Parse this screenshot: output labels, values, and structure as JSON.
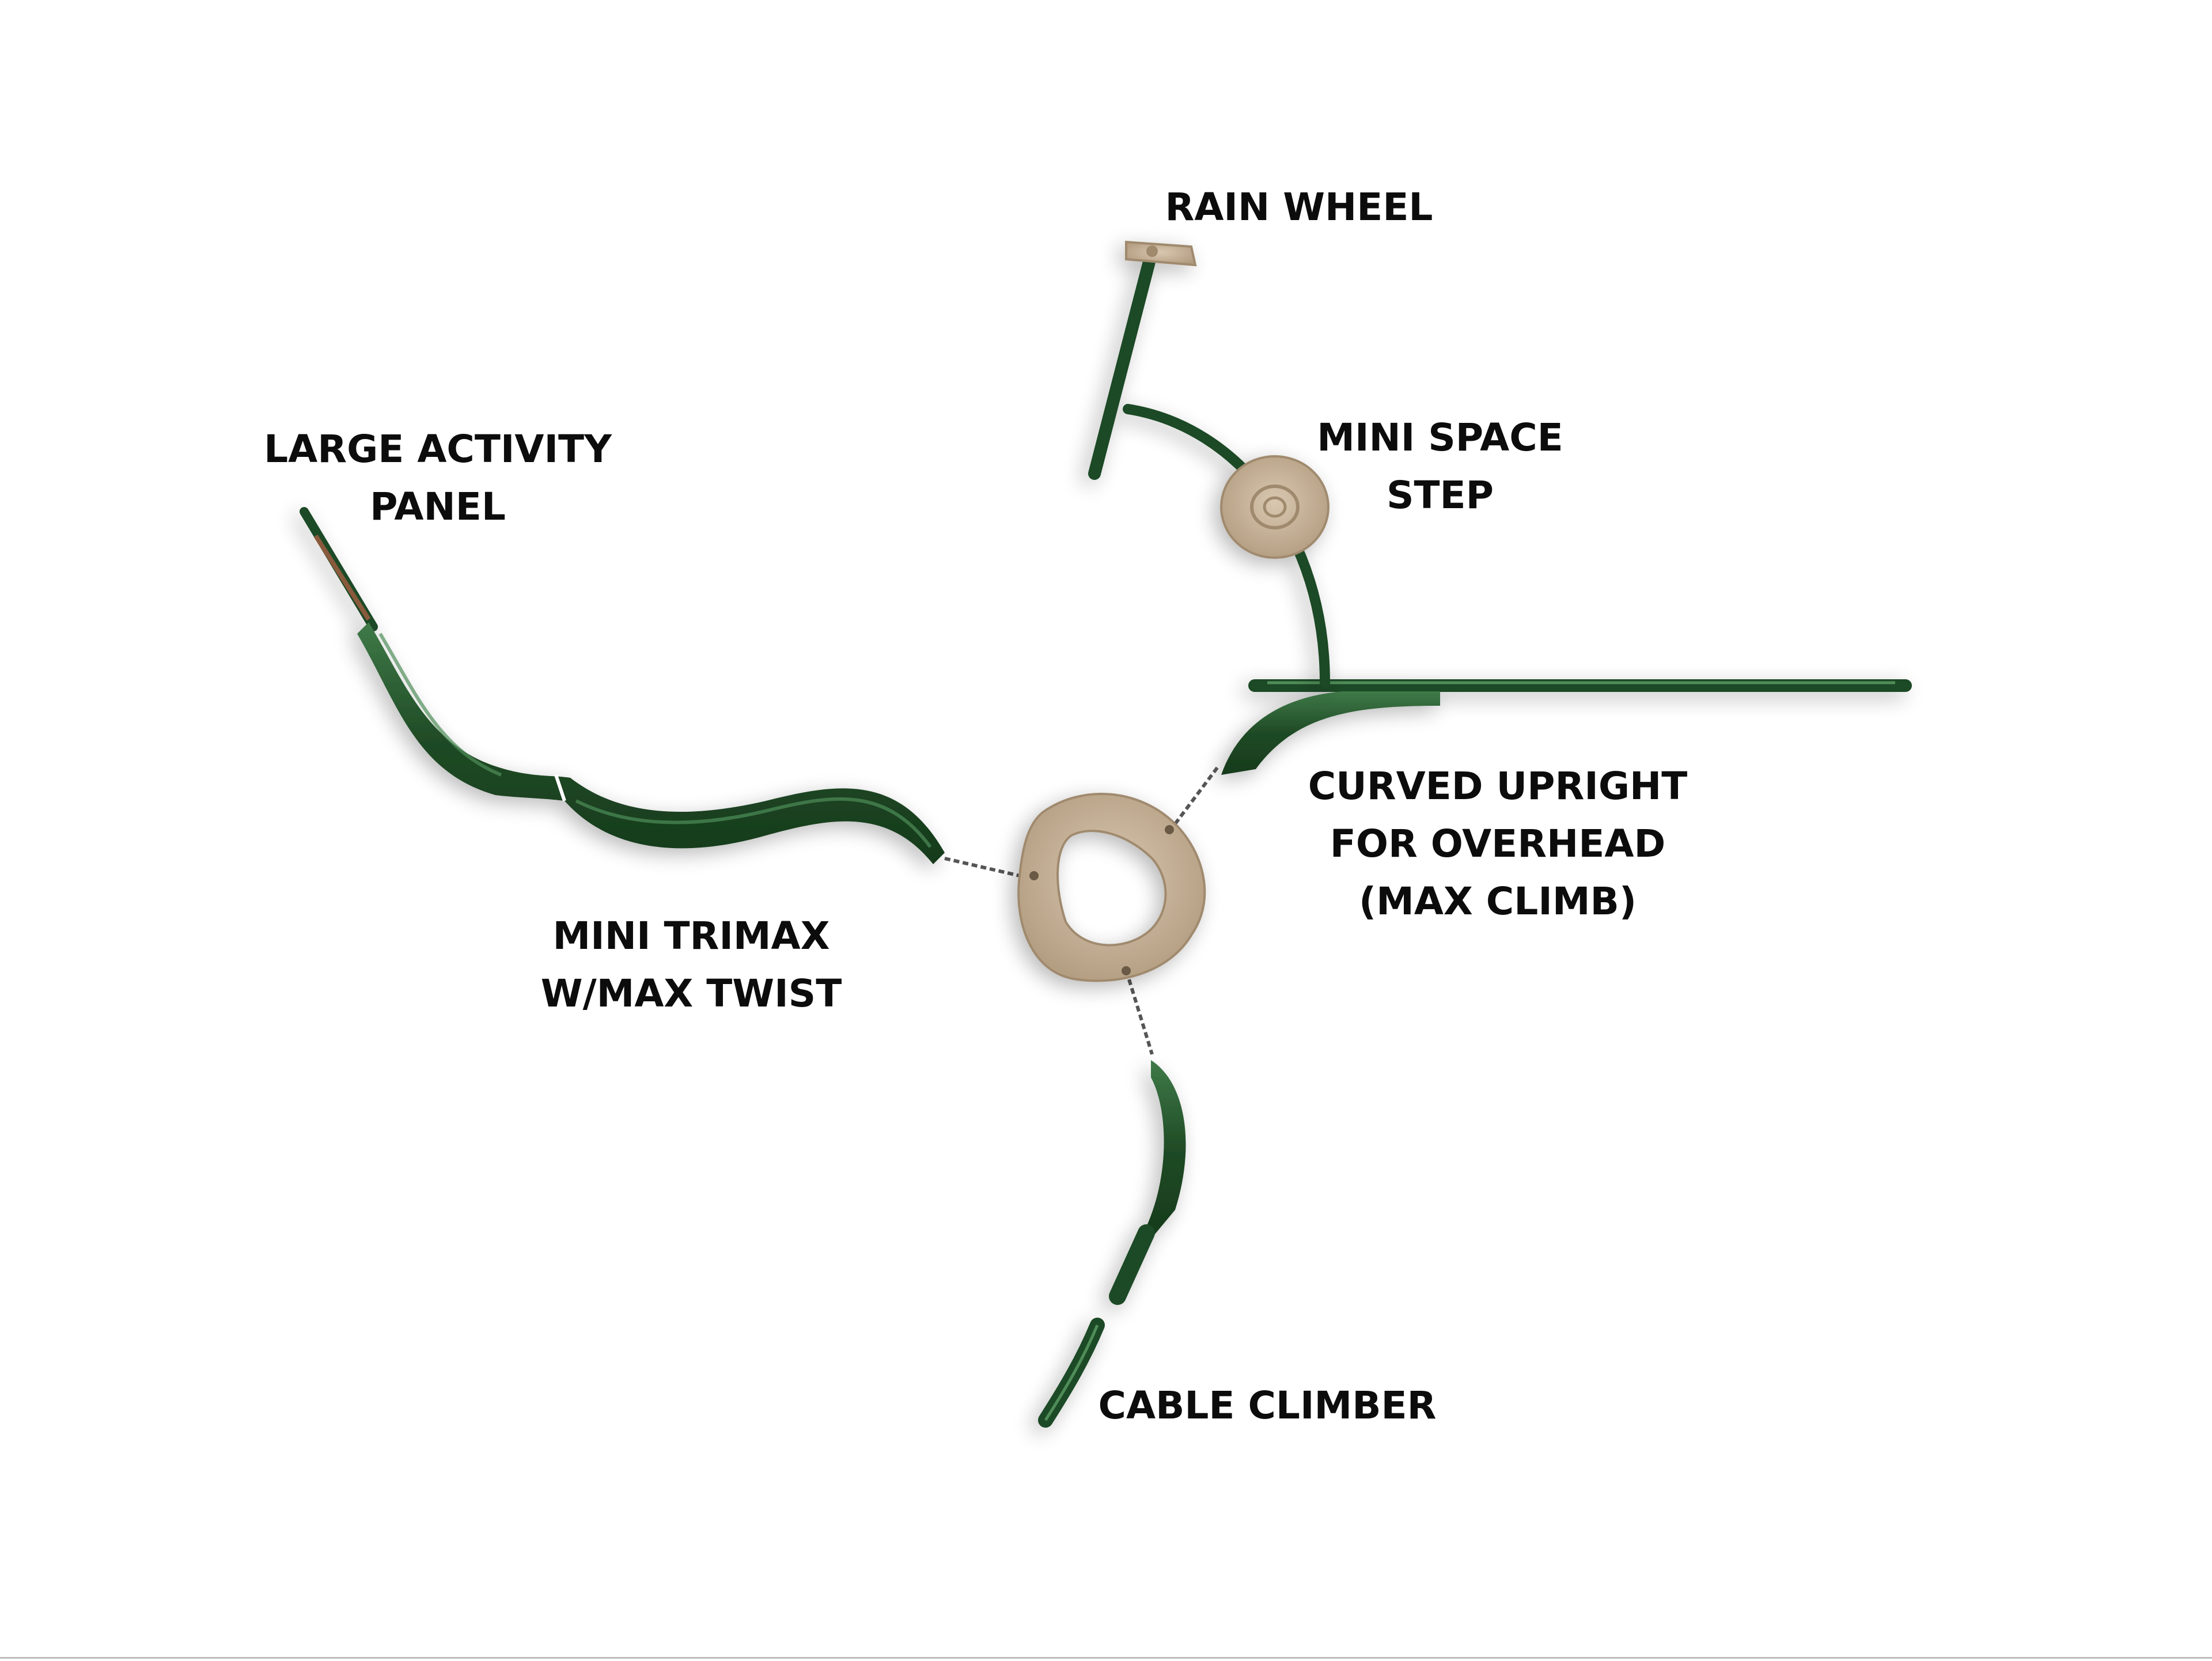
{
  "labels": {
    "rain_wheel": "RAIN WHEEL",
    "large_activity_panel": {
      "line1": "LARGE ACTIVITY",
      "line2": "PANEL"
    },
    "mini_space_step": {
      "line1": "MINI SPACE",
      "line2": "STEP"
    },
    "curved_upright": {
      "line1": "CURVED UPRIGHT",
      "line2": "FOR OVERHEAD",
      "line3": "(MAX CLIMB)"
    },
    "mini_trimax": {
      "line1": "MINI TRIMAX",
      "line2": "W/MAX TWIST"
    },
    "cable_climber": "CABLE CLIMBER"
  },
  "colors": {
    "post_green": "#1f4a25",
    "post_green_light": "#3f7a48",
    "tan": "#c9b49a",
    "tan_dark": "#a08a6e",
    "cable": "#555555",
    "label_text": "#0c0c0c"
  }
}
